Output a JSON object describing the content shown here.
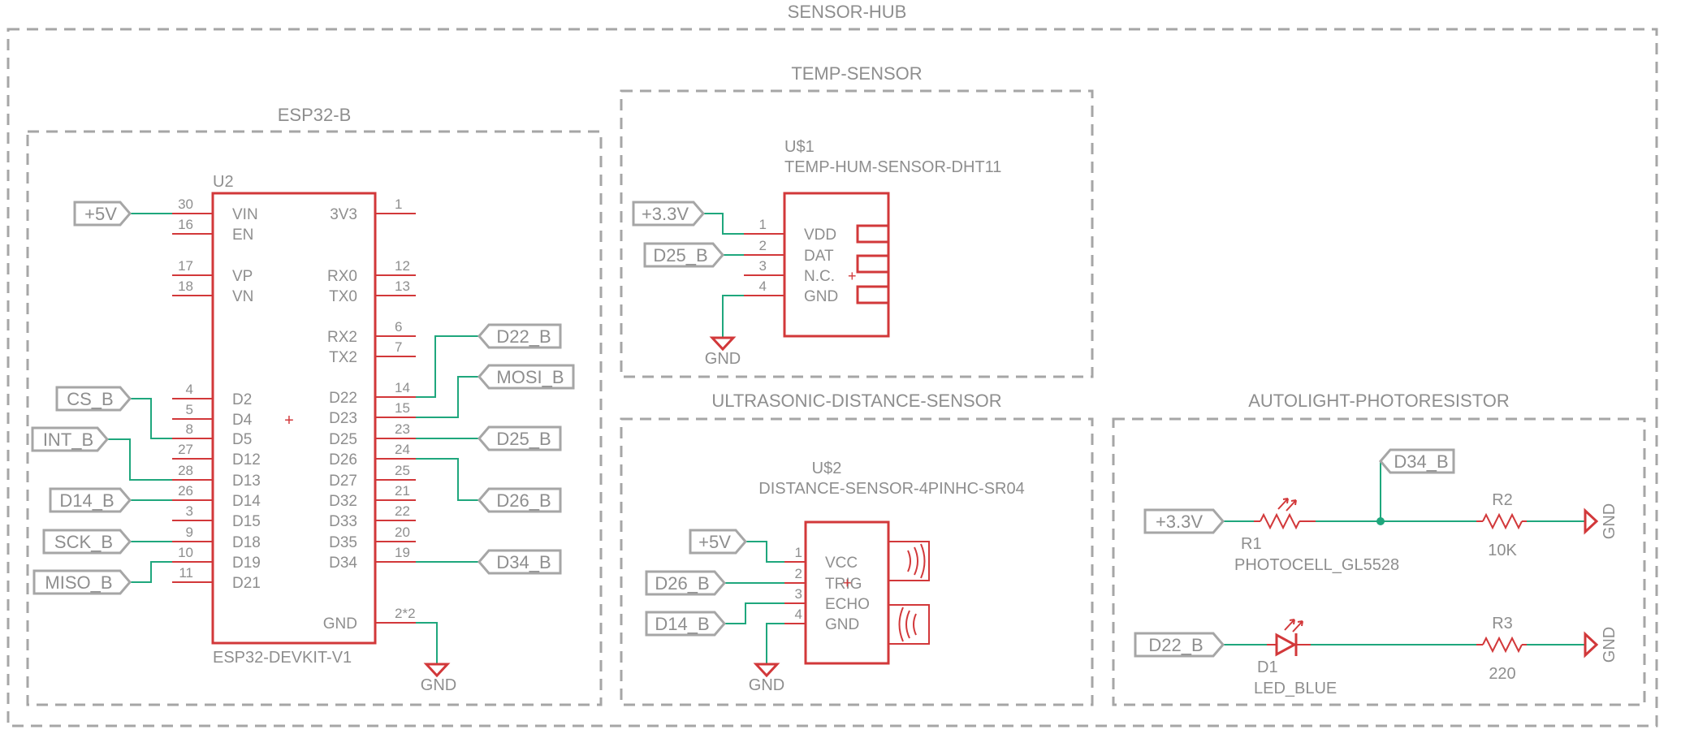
{
  "colors": {
    "wire": "#1fa77d",
    "symbol": "#d2383a",
    "text": "#8e8e8e",
    "frame": "#a6a6a6"
  },
  "frames": {
    "hub": "SENSOR-HUB",
    "esp": "ESP32-B",
    "temp": "TEMP-SENSOR",
    "ultra": "ULTRASONIC-DISTANCE-SENSOR",
    "light": "AUTOLIGHT-PHOTORESISTOR"
  },
  "esp32": {
    "ref": "U2",
    "value": "ESP32-DEVKIT-V1",
    "left_pins": [
      {
        "num": "30",
        "name": "VIN"
      },
      {
        "num": "16",
        "name": "EN"
      },
      {
        "num": "17",
        "name": "VP"
      },
      {
        "num": "18",
        "name": "VN"
      },
      {
        "num": "4",
        "name": "D2"
      },
      {
        "num": "5",
        "name": "D4"
      },
      {
        "num": "8",
        "name": "D5"
      },
      {
        "num": "27",
        "name": "D12"
      },
      {
        "num": "28",
        "name": "D13"
      },
      {
        "num": "26",
        "name": "D14"
      },
      {
        "num": "3",
        "name": "D15"
      },
      {
        "num": "9",
        "name": "D18"
      },
      {
        "num": "10",
        "name": "D19"
      },
      {
        "num": "11",
        "name": "D21"
      }
    ],
    "right_pins": [
      {
        "num": "1",
        "name": "3V3"
      },
      {
        "num": "12",
        "name": "RX0"
      },
      {
        "num": "13",
        "name": "TX0"
      },
      {
        "num": "6",
        "name": "RX2"
      },
      {
        "num": "7",
        "name": "TX2"
      },
      {
        "num": "14",
        "name": "D22"
      },
      {
        "num": "15",
        "name": "D23"
      },
      {
        "num": "23",
        "name": "D25"
      },
      {
        "num": "24",
        "name": "D26"
      },
      {
        "num": "25",
        "name": "D27"
      },
      {
        "num": "21",
        "name": "D32"
      },
      {
        "num": "22",
        "name": "D33"
      },
      {
        "num": "20",
        "name": "D35"
      },
      {
        "num": "19",
        "name": "D34"
      },
      {
        "num": "2*2",
        "name": "GND"
      }
    ],
    "gnd_label": "GND",
    "labels_left": [
      "+5V",
      "CS_B",
      "INT_B",
      "D14_B",
      "SCK_B",
      "MISO_B"
    ],
    "labels_right": [
      "D22_B",
      "MOSI_B",
      "D25_B",
      "D26_B",
      "D34_B"
    ]
  },
  "dht11": {
    "ref": "U$1",
    "value": "TEMP-HUM-SENSOR-DHT11",
    "pins": [
      {
        "num": "1",
        "name": "VDD"
      },
      {
        "num": "2",
        "name": "DAT"
      },
      {
        "num": "3",
        "name": "N.C."
      },
      {
        "num": "4",
        "name": "GND"
      }
    ],
    "labels": [
      "+3.3V",
      "D25_B"
    ],
    "gnd_label": "GND"
  },
  "hcsr04": {
    "ref": "U$2",
    "value": "DISTANCE-SENSOR-4PINHC-SR04",
    "pins": [
      {
        "num": "1",
        "name": "VCC"
      },
      {
        "num": "2",
        "name": "TRIG"
      },
      {
        "num": "3",
        "name": "ECHO"
      },
      {
        "num": "4",
        "name": "GND"
      }
    ],
    "labels": [
      "+5V",
      "D26_B",
      "D14_B"
    ],
    "gnd_label": "GND"
  },
  "photo": {
    "ldr_ref": "R1",
    "ldr_value": "PHOTOCELL_GL5528",
    "r2_ref": "R2",
    "r2_value": "10K",
    "vin_label": "+3.3V",
    "node_label": "D34_B",
    "gnd_label": "GND",
    "led_ref": "D1",
    "led_value": "LED_BLUE",
    "r3_ref": "R3",
    "r3_value": "220",
    "led_label": "D22_B",
    "gnd2_label": "GND"
  }
}
